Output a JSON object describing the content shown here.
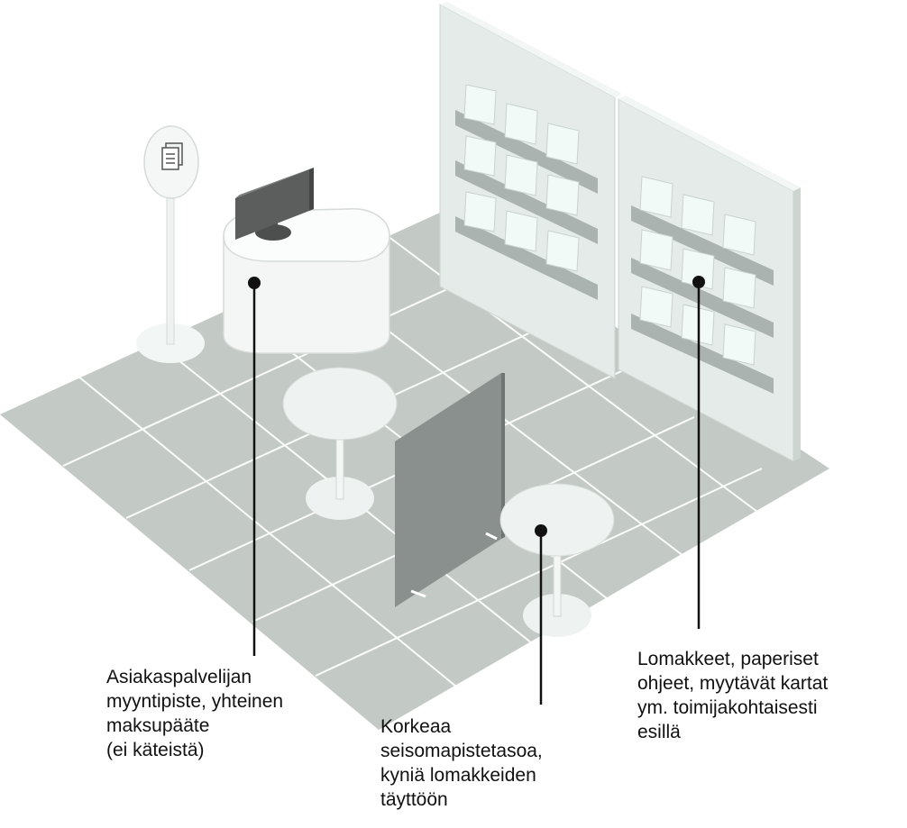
{
  "callouts": [
    {
      "id": "service",
      "text": "Asiakaspalvelijan\nmyyntipiste, yhteinen\nmaksupääte\n(ei käteistä)"
    },
    {
      "id": "table",
      "text": "Korkeaa\nseisomapistetasoa,\nkyniä lomakkeiden\ntäyttöön"
    },
    {
      "id": "forms",
      "text": "Lomakkeet, paperiset\nohjeet, myytävät kartat\nym. toimijakohtaisesti\nesillä"
    }
  ],
  "colors": {
    "floor": "#c3cac6",
    "floor_lines": "#ffffff",
    "wall": "#e4ebe8",
    "wall_edge": "#cdd5d1",
    "shelf": "#aab3b0",
    "paper": "#f2faf7",
    "counter": "#f4f6f5",
    "monitor": "#5b5e5c",
    "partition": "#8a908d",
    "table_top": "#eef2f0",
    "marker": "#111111"
  },
  "icons": [
    "document-sign-icon",
    "monitor-icon"
  ]
}
